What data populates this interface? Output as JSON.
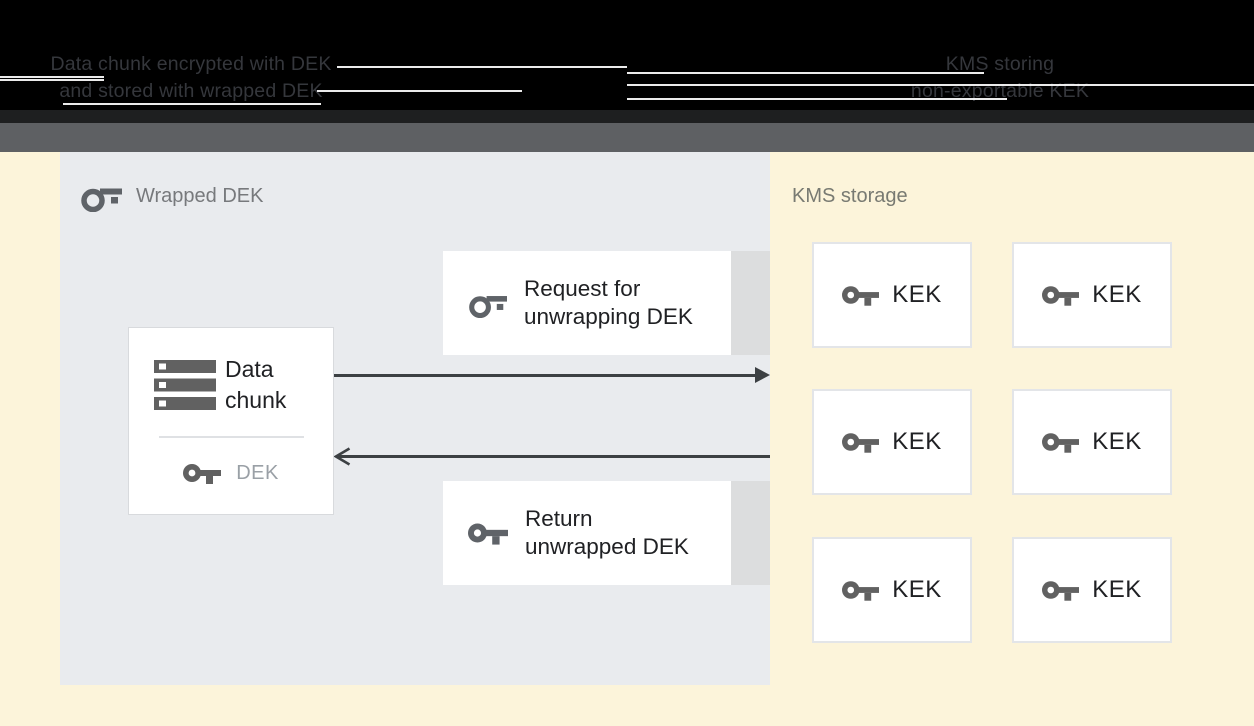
{
  "header": {
    "left_note_line1": "Data chunk encrypted with DEK",
    "left_note_line2": "and stored with wrapped DEK",
    "right_note_line1": "KMS storing",
    "right_note_line2": "non-exportable KEK"
  },
  "wrapped_dek": {
    "panel_label": "Wrapped DEK",
    "data_chunk": {
      "line1": "Data",
      "line2": "chunk",
      "dek_label": "DEK"
    },
    "request": {
      "line1": "Request for",
      "line2": "unwrapping DEK"
    },
    "return": {
      "line1": "Return",
      "line2": "unwrapped DEK"
    }
  },
  "kms": {
    "panel_label": "KMS storage",
    "keks": [
      "KEK",
      "KEK",
      "KEK",
      "KEK",
      "KEK",
      "KEK"
    ]
  },
  "colors": {
    "background": "#fcf4da",
    "panel": "#e9ebee",
    "header": "#000000",
    "divider_bar": "#5e6063",
    "icon_gray": "#616161",
    "text_dark": "#202124",
    "text_gray": "#77797c",
    "dek_text": "#9aa0a6",
    "arrow": "#3c4043",
    "box_shadow_strip": "#dcddde"
  }
}
